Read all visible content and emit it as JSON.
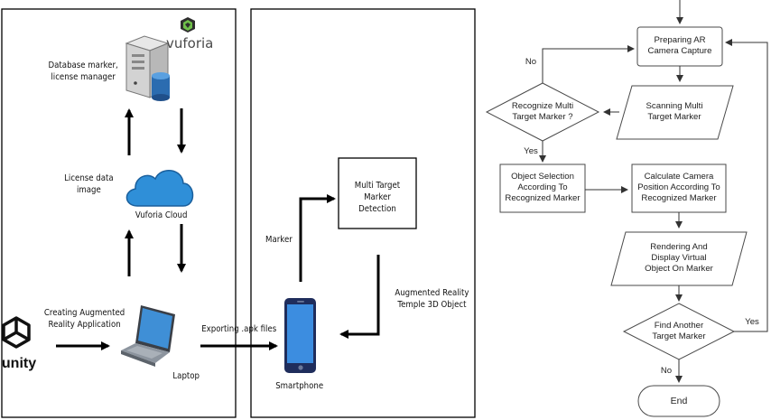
{
  "architecture": {
    "vuforia_logo_text": "vuforia",
    "database_label": "Database marker,\nlicense manager",
    "license_label": "License data\nimage",
    "cloud_label": "Vuforia Cloud",
    "unity_logo_text": "unity",
    "creating_label": "Creating Augmented\nReality Application",
    "laptop_label": "Laptop",
    "exporting_label": "Exporting .apk files",
    "marker_label": "Marker",
    "detection_box_label": "Multi Target\nMarker Detection",
    "temple_label": "Augmented Reality\nTemple 3D Object",
    "smartphone_label": "Smartphone"
  },
  "flowchart": {
    "preparing": "Preparing AR\nCamera Capture",
    "scanning": "Scanning Multi\nTarget Marker",
    "recognize": "Recognize Multi\nTarget Marker ?",
    "no_top": "No",
    "yes_left": "Yes",
    "object_selection": "Object Selection\nAccording To\nRecognized Marker",
    "calculate": "Calculate Camera\nPosition According To\nRecognized Marker",
    "rendering": "Rendering And\nDisplay Virtual\nObject On Marker",
    "find_another": "Find Another\nTarget Marker",
    "yes_right": "Yes",
    "no_bottom": "No",
    "end": "End"
  },
  "colors": {
    "cloud_blue": "#2f8fd8",
    "flow_box_stroke": "#4a4a4a",
    "server_blue": "#2b6cb0",
    "vuforia_green": "#6fbf4a"
  }
}
